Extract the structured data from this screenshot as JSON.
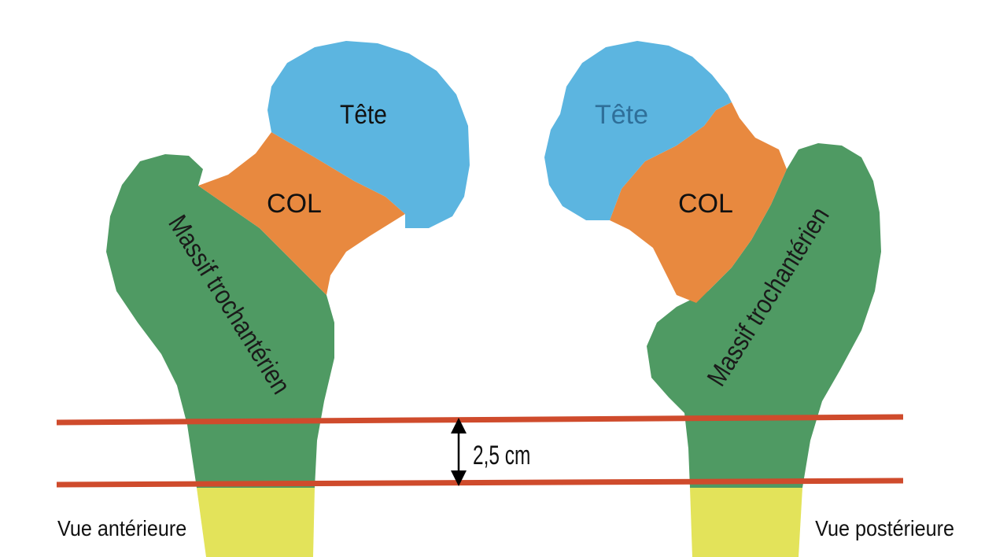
{
  "colors": {
    "tete": "#5cb5e0",
    "col": "#e8893f",
    "massif": "#4f9a63",
    "diaphyse": "#e3e35a",
    "lines": "#cf4b2c",
    "arrow": "#000000"
  },
  "anterior": {
    "view_label": "Vue antérieure",
    "tete_label": "Tête",
    "col_label": "COL",
    "massif_label": "Massif trochantérien"
  },
  "posterior": {
    "view_label": "Vue postérieure",
    "tete_label": "Tête",
    "col_label": "COL",
    "massif_label": "Massif trochantérien"
  },
  "measure": {
    "label": "2,5 cm"
  }
}
